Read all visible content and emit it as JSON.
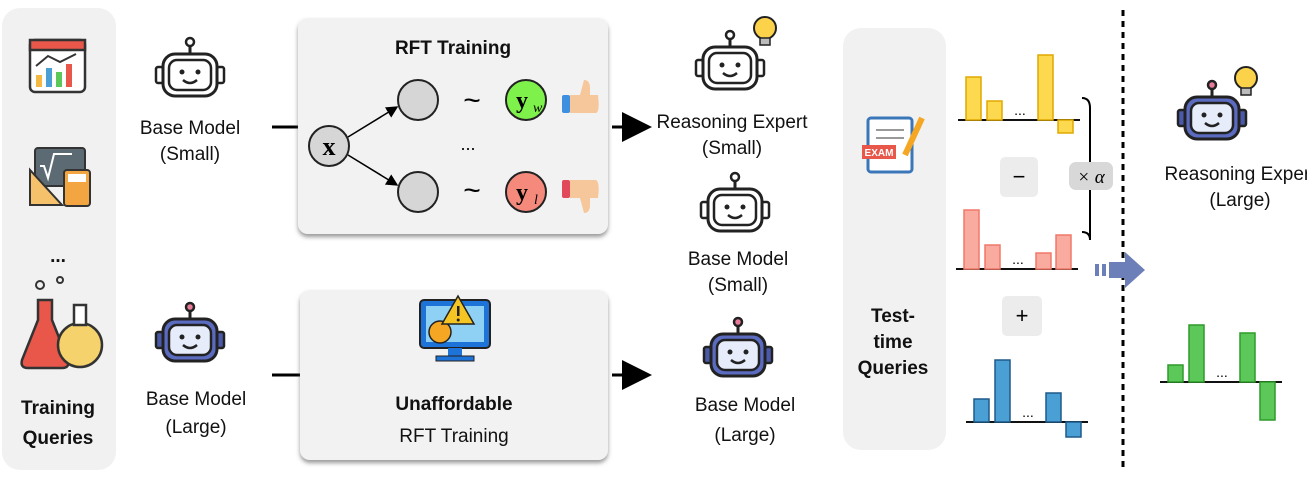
{
  "training_queries": {
    "dots": "...",
    "line1": "Training",
    "line2": "Queries"
  },
  "base_small": {
    "line1": "Base Model",
    "line2": "(Small)"
  },
  "base_large": {
    "line1": "Base Model",
    "line2": "(Large)"
  },
  "rft_box": {
    "title": "RFT Training",
    "x": "x",
    "yw": "y",
    "yw_sub": "w",
    "yl": "y",
    "yl_sub": "l",
    "tilde": "~",
    "dots": "..."
  },
  "unaffordable_box": {
    "line1": "Unaffordable",
    "line2": "RFT Training",
    "accent": "#b3261e"
  },
  "reasoning_small": {
    "line1": "Reasoning Expert",
    "line2": "(Small)"
  },
  "mid_base_small": {
    "line1": "Base Model",
    "line2": "(Small)"
  },
  "mid_base_large": {
    "line1": "Base Model",
    "line2": "(Large)"
  },
  "test_queries": {
    "line1": "Test-",
    "line2": "time",
    "line3": "Queries",
    "exam_label": "EXAM"
  },
  "operators": {
    "minus": "−",
    "plus": "+",
    "scale": "× α"
  },
  "reasoning_large": {
    "line1": "Reasoning Expert",
    "line2": "(Large)"
  },
  "distributions": {
    "dots": "...",
    "reasoning_small": {
      "color": "#fcd94f",
      "values": [
        43,
        19,
        65,
        -13
      ]
    },
    "base_small": {
      "color": "#f9aba0",
      "values": [
        59,
        24,
        16,
        34
      ]
    },
    "base_large": {
      "color": "#4a9fd4",
      "values": [
        23,
        62,
        29,
        -15
      ]
    },
    "reasoning_large": {
      "color": "#5dc85a",
      "values": [
        17,
        57,
        49,
        -38
      ]
    }
  }
}
